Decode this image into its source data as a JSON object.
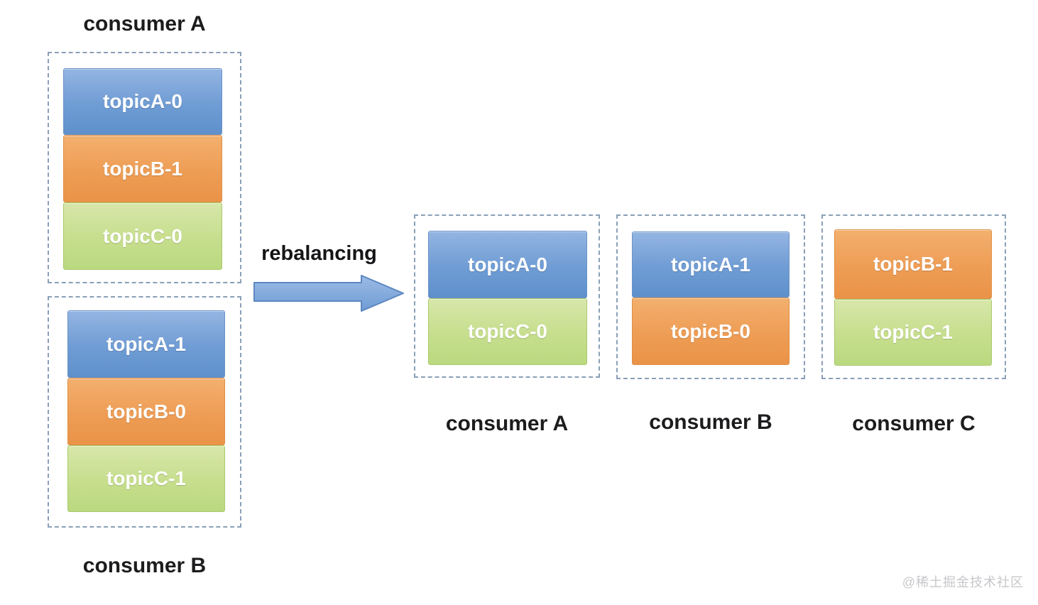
{
  "diagram": {
    "rebalance_label": "rebalancing",
    "watermark": "@稀土掘金技术社区",
    "colors": {
      "partition_blue": "#6f9cd4",
      "partition_orange": "#ee9d55",
      "partition_green": "#c6de8d",
      "dashed_border": "#8b9fb8",
      "arrow_fill": "#84acdd",
      "arrow_outline": "#5c87c0",
      "label_text": "#1c1c1e",
      "partition_text": "#ffffff"
    },
    "before": [
      {
        "label": "consumer A",
        "partitions": [
          {
            "name": "topicA-0",
            "color": "blue"
          },
          {
            "name": "topicB-1",
            "color": "orange"
          },
          {
            "name": "topicC-0",
            "color": "green"
          }
        ]
      },
      {
        "label": "consumer B",
        "partitions": [
          {
            "name": "topicA-1",
            "color": "blue"
          },
          {
            "name": "topicB-0",
            "color": "orange"
          },
          {
            "name": "topicC-1",
            "color": "green"
          }
        ]
      }
    ],
    "after": [
      {
        "label": "consumer A",
        "partitions": [
          {
            "name": "topicA-0",
            "color": "blue"
          },
          {
            "name": "topicC-0",
            "color": "green"
          }
        ]
      },
      {
        "label": "consumer B",
        "partitions": [
          {
            "name": "topicA-1",
            "color": "blue"
          },
          {
            "name": "topicB-0",
            "color": "orange"
          }
        ]
      },
      {
        "label": "consumer C",
        "partitions": [
          {
            "name": "topicB-1",
            "color": "orange"
          },
          {
            "name": "topicC-1",
            "color": "green"
          }
        ]
      }
    ]
  }
}
